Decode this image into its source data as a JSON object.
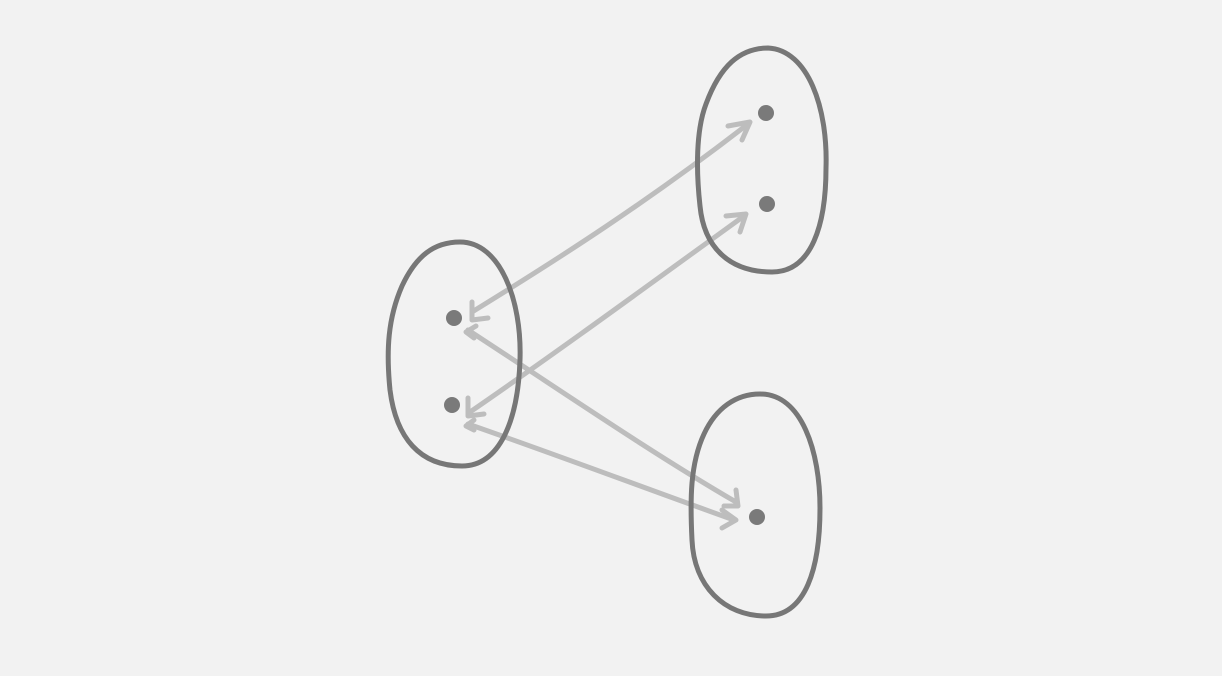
{
  "colors": {
    "background": "#f2f2f2",
    "set_outline": "#777777",
    "point": "#7a7a7a",
    "arrow": "#bdbdbd"
  },
  "sets": [
    {
      "id": "left-set",
      "points": [
        "left-point-upper",
        "left-point-lower"
      ]
    },
    {
      "id": "right-top-set",
      "points": [
        "right-top-point-upper",
        "right-top-point-lower"
      ]
    },
    {
      "id": "right-bottom-set",
      "points": [
        "right-bottom-point"
      ]
    }
  ],
  "arrows": [
    {
      "from": "left-point-upper",
      "to": "right-top-point-upper",
      "style": "two-headed"
    },
    {
      "from": "left-point-lower",
      "to": "right-top-point-lower",
      "style": "two-headed"
    },
    {
      "from": "left-point-upper",
      "to": "right-bottom-point",
      "style": "two-headed"
    },
    {
      "from": "left-point-lower",
      "to": "right-bottom-point",
      "style": "two-headed"
    }
  ]
}
